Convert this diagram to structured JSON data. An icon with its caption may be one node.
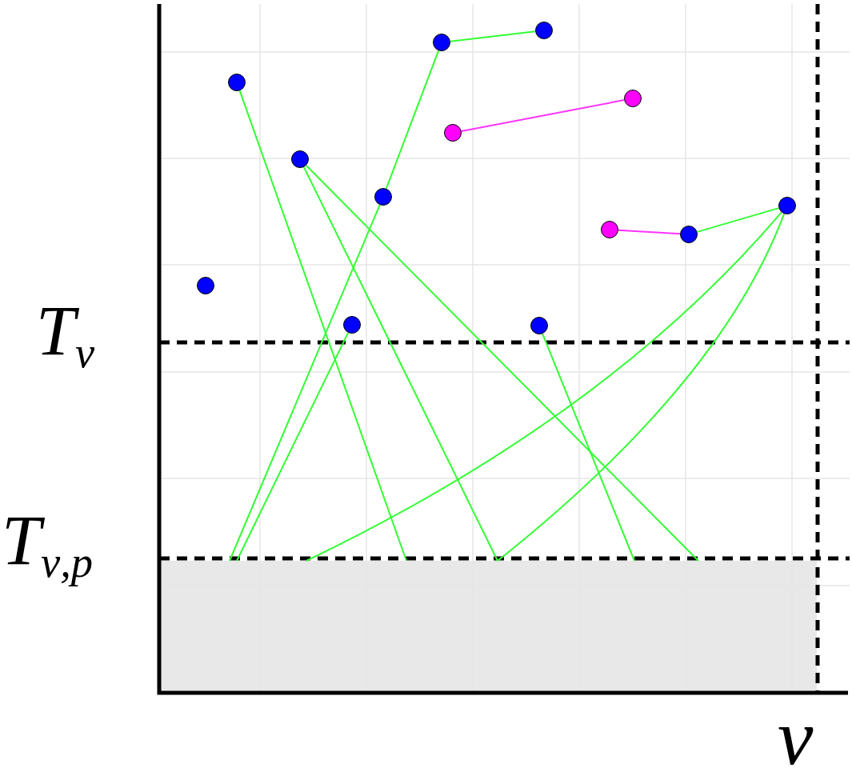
{
  "diagram": {
    "nodes": [
      {
        "text": [],
        "shape": "circle"
      },
      {
        "text": [],
        "shape": "circle"
      },
      {
        "text": [],
        "shape": "circle"
      },
      {
        "text": [],
        "shape": "circle"
      },
      {
        "text": [],
        "shape": "circle"
      },
      {
        "text": [],
        "shape": "circle"
      },
      {
        "text": [],
        "shape": "circle"
      },
      {
        "text": [],
        "shape": "circle"
      },
      {
        "text": [],
        "shape": "circle"
      },
      {
        "text": [],
        "shape": "circle"
      },
      {
        "text": [],
        "shape": "circle"
      },
      {
        "text": [],
        "shape": "circle"
      },
      {
        "text": [],
        "shape": "circle"
      },
      {
        "text": [],
        "shape": "box"
      }
    ],
    "edges": [
      {
        "from": 1,
        "to": 0,
        "arrow": "none"
      },
      {
        "from": 4,
        "to": 3,
        "arrow": "none",
        "color": "#ff33ff"
      },
      {
        "from": 8,
        "to": 9,
        "arrow": "none",
        "color": "#ff33ff"
      },
      {
        "from": 9,
        "to": 7,
        "arrow": "none"
      },
      {
        "from": 6,
        "to": 1,
        "arrow": "none"
      },
      {
        "from": 6,
        "to": 13,
        "arrow": "none"
      },
      {
        "from": 2,
        "to": 13,
        "arrow": "none"
      },
      {
        "from": 5,
        "to": 13,
        "arrow": "none"
      },
      {
        "from": 5,
        "to": 13,
        "arrow": "none"
      },
      {
        "from": 11,
        "to": 13,
        "arrow": "none"
      },
      {
        "from": 12,
        "to": 13,
        "arrow": "none"
      },
      {
        "from": 7,
        "to": 13,
        "arrow": "none"
      },
      {
        "from": 7,
        "to": 13,
        "arrow": "none"
      }
    ],
    "labels": [
      "T$_{ν}$",
      "T$_{ν,p}$",
      "ν"
    ]
  }
}
